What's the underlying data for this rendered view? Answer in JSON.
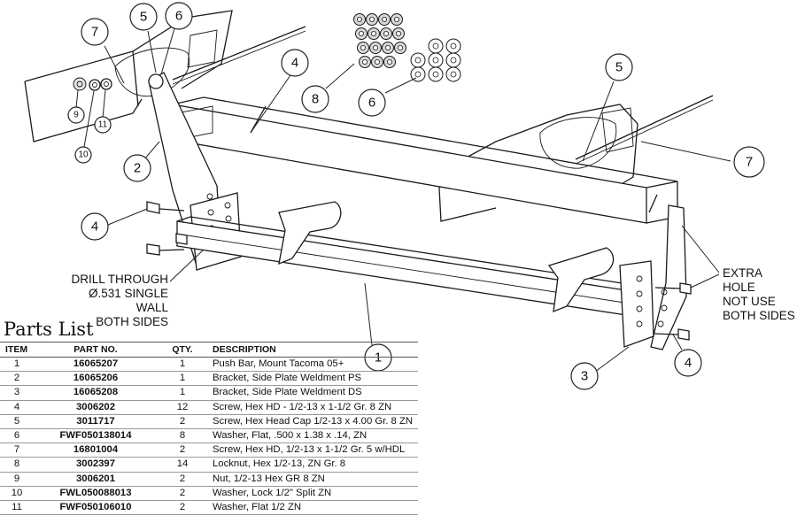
{
  "callouts": {
    "c1": "1",
    "c2": "2",
    "c3": "3",
    "c4a": "4",
    "c4b": "4",
    "c4c": "4",
    "c5a": "5",
    "c5b": "5",
    "c6a": "6",
    "c6b": "6",
    "c7a": "7",
    "c7b": "7",
    "c8": "8",
    "c9": "9",
    "c10": "10",
    "c11": "11"
  },
  "notes": {
    "drill": [
      "DRILL THROUGH",
      "Ø.531 SINGLE  WALL",
      "BOTH SIDES"
    ],
    "extra_hole": [
      "EXTRA HOLE",
      "NOT USE",
      "BOTH SIDES"
    ]
  },
  "parts_list": {
    "title": "Parts List",
    "headers": [
      "ITEM",
      "PART NO.",
      "QTY.",
      "DESCRIPTION"
    ],
    "rows": [
      [
        "1",
        "16065207",
        "1",
        "Push Bar, Mount Tacoma 05+"
      ],
      [
        "2",
        "16065206",
        "1",
        "Bracket, Side Plate Weldment PS"
      ],
      [
        "3",
        "16065208",
        "1",
        "Bracket, Side Plate Weldment DS"
      ],
      [
        "4",
        "3006202",
        "12",
        "Screw, Hex HD - 1/2-13 x 1-1/2 Gr. 8 ZN"
      ],
      [
        "5",
        "3011717",
        "2",
        "Screw, Hex Head Cap 1/2-13 x 4.00 Gr. 8 ZN"
      ],
      [
        "6",
        "FWF050138014",
        "8",
        "Washer, Flat, .500 x 1.38 x .14, ZN"
      ],
      [
        "7",
        "16801004",
        "2",
        "Screw, Hex HD, 1/2-13 x 1-1/2 Gr. 5 w/HDL"
      ],
      [
        "8",
        "3002397",
        "14",
        "Locknut, Hex 1/2-13, ZN Gr. 8"
      ],
      [
        "9",
        "3006201",
        "2",
        "Nut, 1/2-13 Hex GR 8 ZN"
      ],
      [
        "10",
        "FWL050088013",
        "2",
        "Washer, Lock 1/2\" Split ZN"
      ],
      [
        "11",
        "FWF050106010",
        "2",
        "Washer, Flat 1/2 ZN"
      ]
    ]
  }
}
